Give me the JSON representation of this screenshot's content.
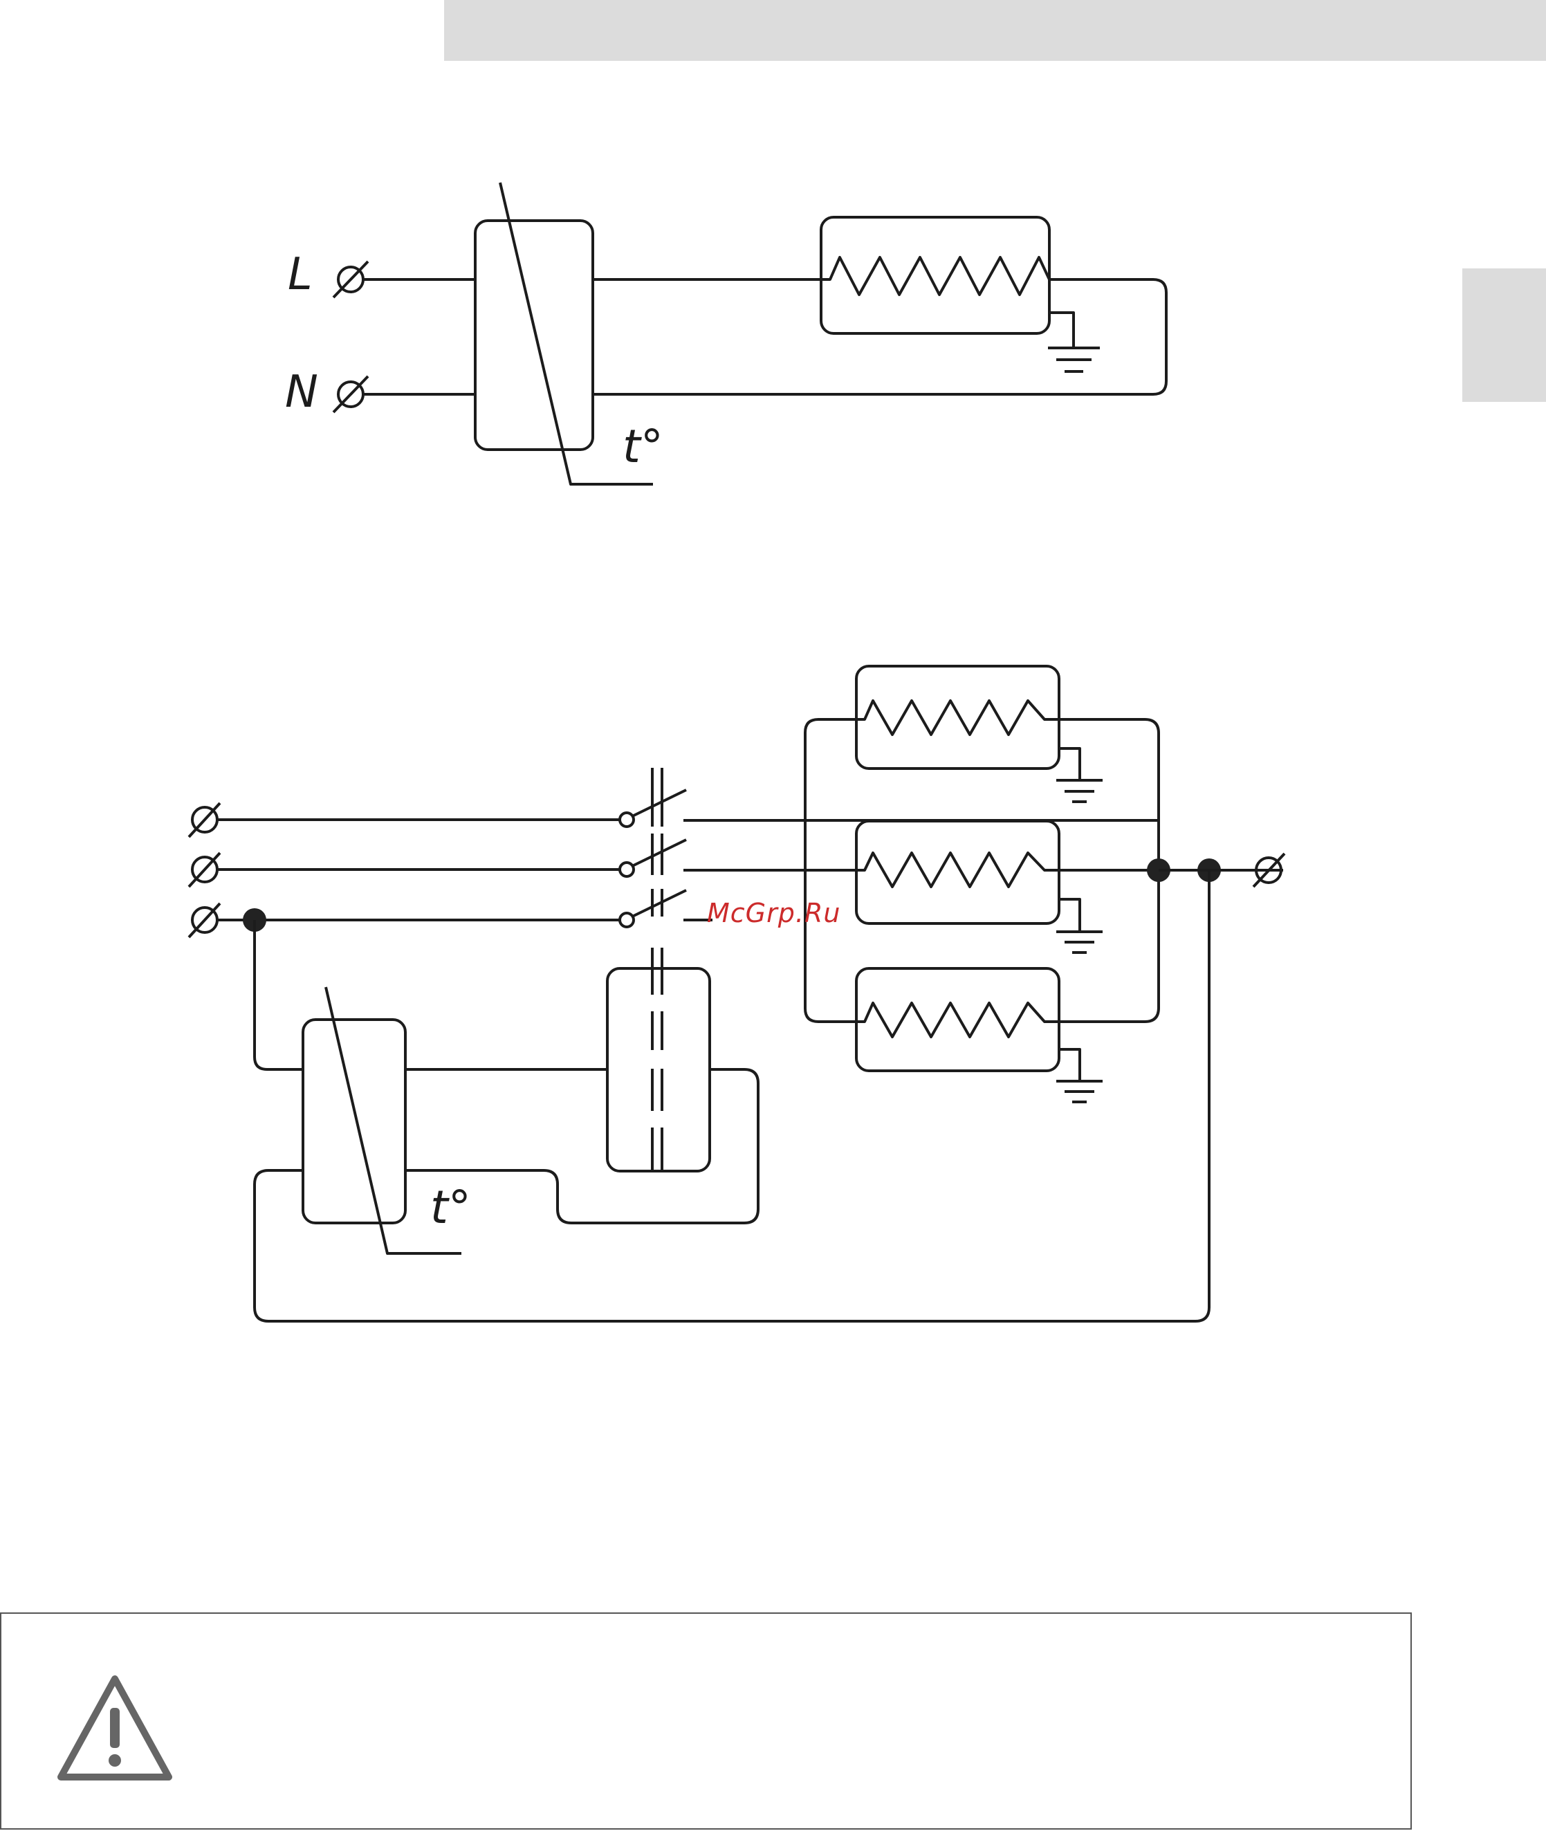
{
  "header": {
    "band_color": "#dcdcdc"
  },
  "side_tab": {
    "color": "#dcdcdc"
  },
  "diagram1": {
    "terminal_labels": {
      "line": "L",
      "neutral": "N"
    },
    "thermostat_label": "t°"
  },
  "diagram2": {
    "thermostat_label": "t°"
  },
  "watermark": "McGrp.Ru",
  "warning": {
    "icon": "warning-triangle-icon",
    "color": "#666666"
  },
  "colors": {
    "line": "#1c1c1c",
    "watermark": "#cc2b2b"
  }
}
